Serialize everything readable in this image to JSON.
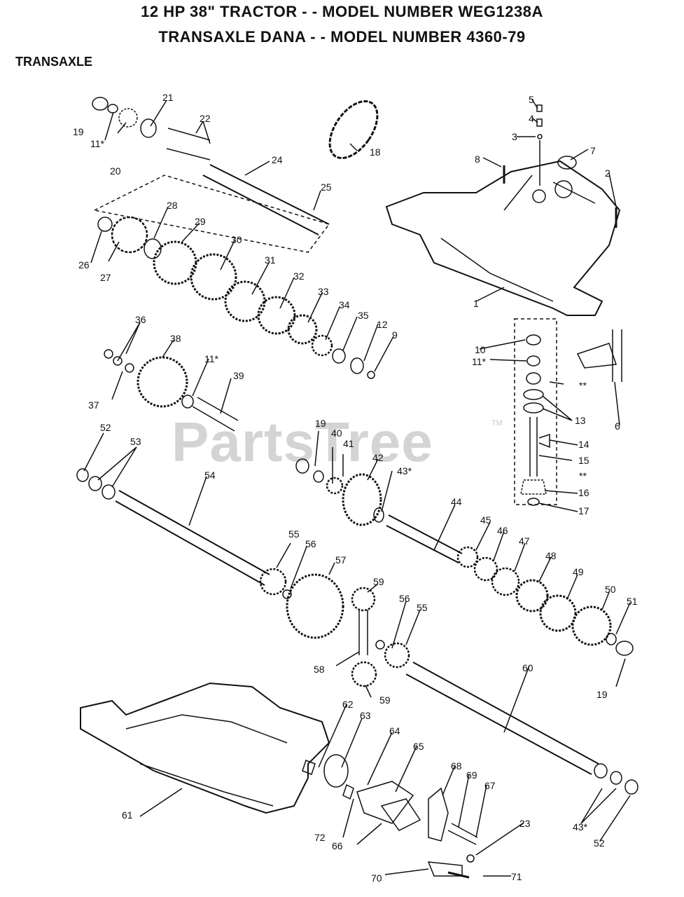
{
  "header": {
    "line1": "12 HP 38\" TRACTOR - - MODEL NUMBER WEG1238A",
    "line2": "TRANSAXLE DANA - - MODEL NUMBER 4360-79"
  },
  "section_title": "TRANSAXLE",
  "watermark": {
    "text": "PartsTree",
    "tm": "TM"
  },
  "callouts": [
    "5",
    "4",
    "3",
    "7",
    "8",
    "2",
    "1",
    "18",
    "19",
    "11*",
    "20",
    "21",
    "22",
    "24",
    "25",
    "26",
    "27",
    "28",
    "29",
    "30",
    "31",
    "32",
    "33",
    "34",
    "35",
    "12",
    "9",
    "36",
    "37",
    "38",
    "11*",
    "39",
    "10",
    "11*",
    "**",
    "13",
    "6",
    "14",
    "15",
    "**",
    "16",
    "17",
    "52",
    "53",
    "54",
    "19",
    "40",
    "41",
    "42",
    "43*",
    "44",
    "55",
    "56",
    "57",
    "45",
    "46",
    "47",
    "48",
    "49",
    "50",
    "51",
    "59",
    "56",
    "55",
    "58",
    "59",
    "19",
    "60",
    "61",
    "62",
    "63",
    "64",
    "65",
    "68",
    "69",
    "67",
    "23",
    "72",
    "66",
    "43*",
    "52",
    "70",
    "71"
  ]
}
